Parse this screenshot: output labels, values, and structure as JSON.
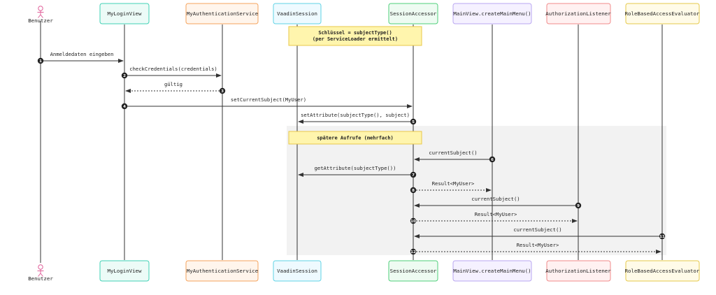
{
  "actor": {
    "label": "Benutzer"
  },
  "participants": [
    {
      "label": "MyLoginView",
      "stroke": "#3fd1b4",
      "fill": "#ecfbf7"
    },
    {
      "label": "MyAuthenticationService",
      "stroke": "#f5a35c",
      "fill": "#fff5ec"
    },
    {
      "label": "VaadinSession",
      "stroke": "#5fd3e6",
      "fill": "#eefaff"
    },
    {
      "label": "SessionAccessor",
      "stroke": "#4fcf7a",
      "fill": "#eefbf2"
    },
    {
      "label": "MainView.createMainMenu()",
      "stroke": "#b9a6f0",
      "fill": "#f5f1ff"
    },
    {
      "label": "AuthorizationListener",
      "stroke": "#f08a8a",
      "fill": "#fff1f1"
    },
    {
      "label": "RoleBasedAccessEvaluator",
      "stroke": "#e6c94a",
      "fill": "#fffbe8"
    }
  ],
  "notes": [
    {
      "lines": [
        "Schlüssel = subjectType()",
        "(per ServiceLoader ermittelt)"
      ]
    },
    {
      "lines": [
        "spätere Aufrufe (mehrfach)"
      ]
    }
  ],
  "messages": [
    {
      "num": "1",
      "label": "Anmeldedaten eingeben",
      "from": "Benutzer",
      "to": "MyLoginView",
      "dashed": false
    },
    {
      "num": "2",
      "label": "checkCredentials(credentials)",
      "from": "MyLoginView",
      "to": "MyAuthenticationService",
      "dashed": false
    },
    {
      "num": "3",
      "label": "gültig",
      "from": "MyAuthenticationService",
      "to": "MyLoginView",
      "dashed": true
    },
    {
      "num": "4",
      "label": "setCurrentSubject(MyUser)",
      "from": "MyLoginView",
      "to": "SessionAccessor",
      "dashed": false
    },
    {
      "num": "5",
      "label": "setAttribute(subjectType(), subject)",
      "from": "SessionAccessor",
      "to": "VaadinSession",
      "dashed": false
    },
    {
      "num": "6",
      "label": "currentSubject()",
      "from": "MainView.createMainMenu()",
      "to": "SessionAccessor",
      "dashed": false
    },
    {
      "num": "7",
      "label": "getAttribute(subjectType())",
      "from": "SessionAccessor",
      "to": "VaadinSession",
      "dashed": false
    },
    {
      "num": "8",
      "label": "Result<MyUser>",
      "from": "SessionAccessor",
      "to": "MainView.createMainMenu()",
      "dashed": true
    },
    {
      "num": "9",
      "label": "currentSubject()",
      "from": "AuthorizationListener",
      "to": "SessionAccessor",
      "dashed": false
    },
    {
      "num": "10",
      "label": "Result<MyUser>",
      "from": "SessionAccessor",
      "to": "AuthorizationListener",
      "dashed": true
    },
    {
      "num": "11",
      "label": "currentSubject()",
      "from": "RoleBasedAccessEvaluator",
      "to": "SessionAccessor",
      "dashed": false
    },
    {
      "num": "12",
      "label": "Result<MyUser>",
      "from": "SessionAccessor",
      "to": "RoleBasedAccessEvaluator",
      "dashed": true
    }
  ],
  "colors": {
    "line": "#333333",
    "loop_background": "#f2f2f2",
    "note_fill": "#fff5ad",
    "note_stroke": "#e8c84a",
    "actor": "#e0609a",
    "badge": "#222222"
  }
}
